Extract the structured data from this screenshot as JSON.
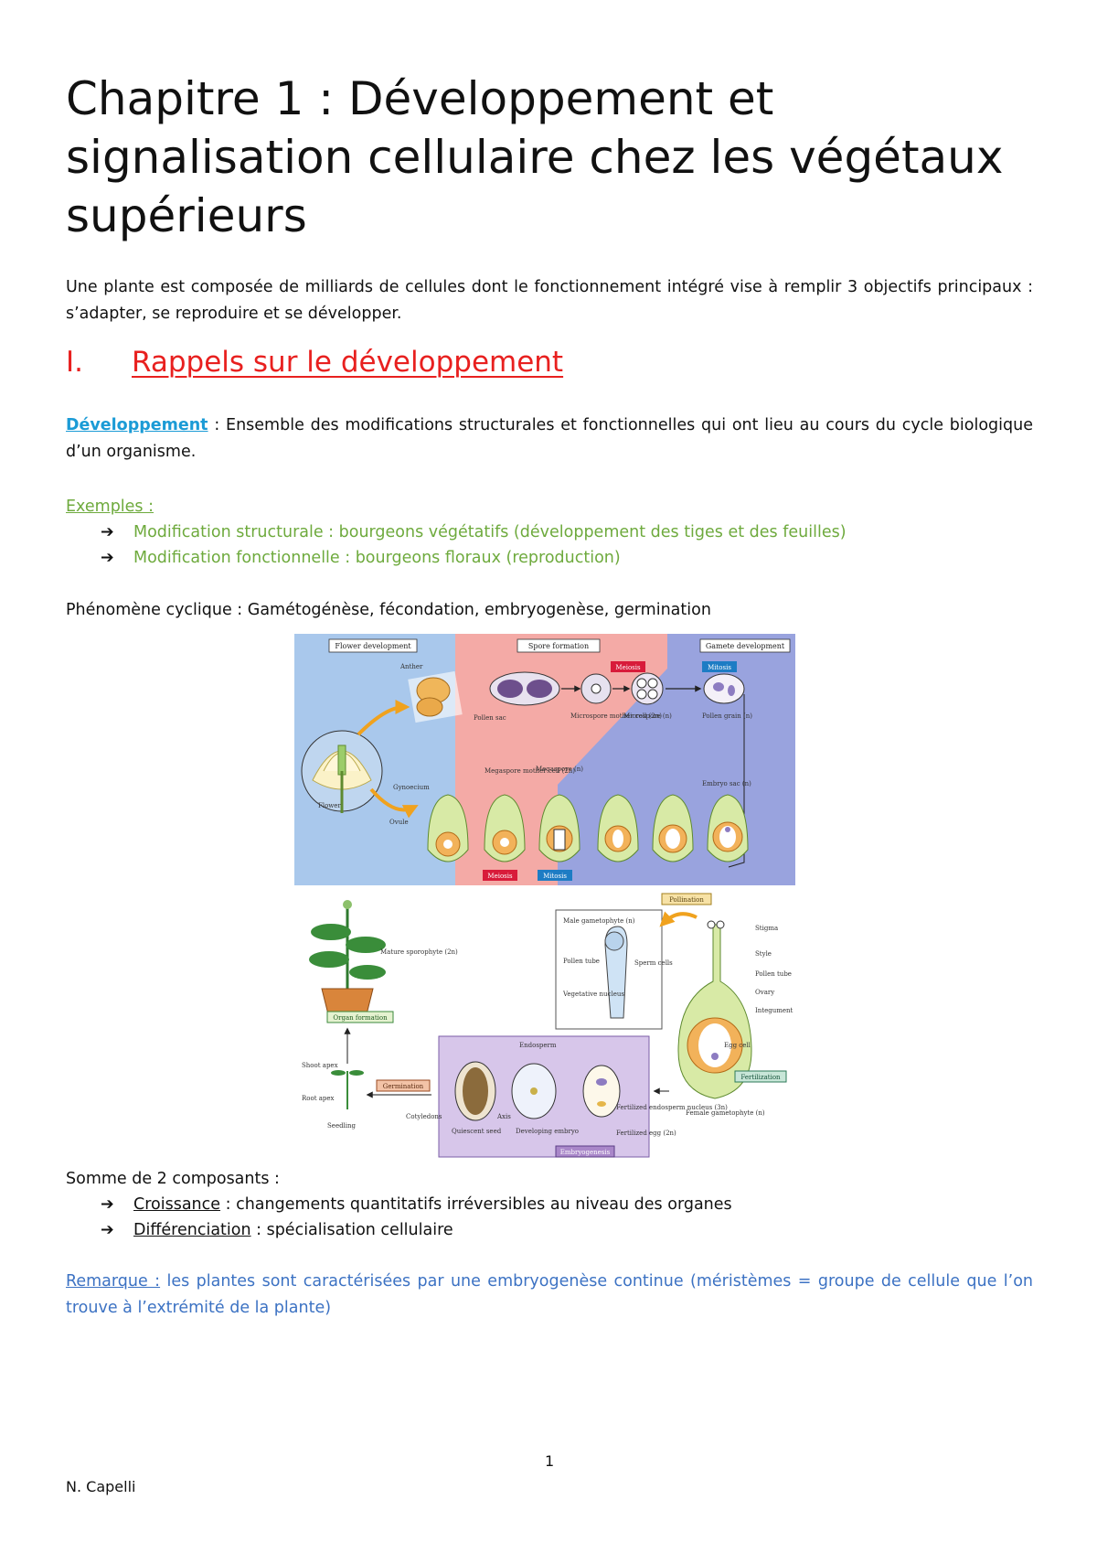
{
  "title": "Chapitre 1 : Développement et signalisation cellulaire chez les végétaux supérieurs",
  "intro": "Une plante est composée de milliards de cellules dont le fonctionnement intégré vise à remplir 3 objectifs principaux : s’adapter, se reproduire et se développer.",
  "section": {
    "number": "I.",
    "title": "Rappels sur le développement"
  },
  "definition": {
    "term": "Développement",
    "text": " : Ensemble des modifications structurales et fonctionnelles qui ont lieu au cours du cycle biologique d’un organisme."
  },
  "examples": {
    "label": "Exemples :",
    "items": [
      {
        "term": "Modification structurale :",
        "text": " bourgeons végétatifs (développement des tiges et des feuilles)"
      },
      {
        "term": "Modification fonctionnelle :",
        "text": " bourgeons floraux (reproduction)"
      }
    ]
  },
  "cycle_line": "Phénomène cyclique : Gamétogénèse, fécondation, embryogenèse, germination",
  "figure": {
    "panels": [
      "Flower development",
      "Spore formation",
      "Gamete development"
    ],
    "badges": {
      "meiosis": "Meiosis",
      "mitosis": "Mitosis",
      "pollination": "Pollination",
      "fertilization": "Fertilization",
      "organ_formation": "Organ formation",
      "germination": "Germination",
      "embryogenesis": "Embryogenesis"
    },
    "labels": {
      "anther": "Anther",
      "pollen_sac": "Pollen sac",
      "microspore_mother": "Microspore mother cell (2n)",
      "microspore": "Microspore (n)",
      "pollen_grain": "Pollen grain (n)",
      "flower": "Flower",
      "gynoecium": "Gynoecium",
      "ovule": "Ovule",
      "megaspore_mother": "Megaspore mother cell (2n)",
      "megaspore": "Megaspore (n)",
      "embryo_sac": "Embryo sac (n)",
      "male_gametophyte": "Male gametophyte (n)",
      "pollen_tube": "Pollen tube",
      "sperm_cells": "Sperm cells",
      "vegetative_nucleus": "Vegetative nucleus",
      "stigma": "Stigma",
      "style": "Style",
      "pollen_tube2": "Pollen tube",
      "ovary": "Ovary",
      "integument": "Integument",
      "egg_cell": "Egg cell",
      "female_gametophyte": "Female gametophyte (n)",
      "mature_sporophyte": "Mature sporophyte (2n)",
      "shoot_apex": "Shoot apex",
      "root_apex": "Root apex",
      "seedling": "Seedling",
      "endosperm": "Endosperm",
      "cotyledons": "Cotyledons",
      "axis": "Axis",
      "quiescent_seed": "Quiescent seed",
      "developing_embryo": "Developing embryo",
      "fertilized_endosperm": "Fertilized endosperm nucleus (3n)",
      "fertilized_egg": "Fertilized egg (2n)"
    }
  },
  "components": {
    "intro": "Somme de 2 composants :",
    "items": [
      {
        "term": "Croissance",
        "text": " : changements quantitatifs irréversibles au niveau des organes"
      },
      {
        "term": "Différenciation",
        "text": " : spécialisation cellulaire"
      }
    ]
  },
  "remark": {
    "label": "Remarque :",
    "text": " les plantes sont caractérisées par une embryogenèse continue (méristèmes = groupe de cellule que l’on trouve à l’extrémité de la plante)"
  },
  "page_number": "1",
  "author": "N. Capelli",
  "colors": {
    "heading_red": "#e8201f",
    "term_blue": "#1b9bd6",
    "example_green": "#6eaa3d",
    "remark_blue": "#3c72c3"
  }
}
